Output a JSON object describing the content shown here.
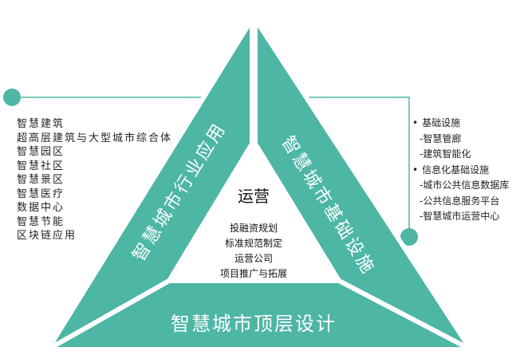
{
  "colors": {
    "teal": "#4db6a4"
  },
  "panels": {
    "left": "智慧城市行业应用",
    "right": "智慧城市基础设施",
    "bottom": "智慧城市顶层设计"
  },
  "center": {
    "title": "运营",
    "items": [
      "投融资规划",
      "标准规范制定",
      "运营公司",
      "项目推广与拓展"
    ]
  },
  "left_list": [
    "智慧建筑",
    "超高层建筑与大型城市综合体",
    "智慧园区",
    "智慧社区",
    "智慧景区",
    "智慧医疗",
    "数据中心",
    "智慧节能",
    "区块链应用"
  ],
  "right_list": [
    {
      "type": "bullet",
      "text": "基础设施"
    },
    {
      "type": "sub",
      "text": "-智慧管廊"
    },
    {
      "type": "sub",
      "text": "-建筑智能化"
    },
    {
      "type": "bullet",
      "text": "信息化基础设施"
    },
    {
      "type": "sub",
      "text": "-城市公共信息数据库"
    },
    {
      "type": "sub",
      "text": "-公共信息服务平台"
    },
    {
      "type": "sub",
      "text": "-智慧城市运营中心"
    }
  ]
}
